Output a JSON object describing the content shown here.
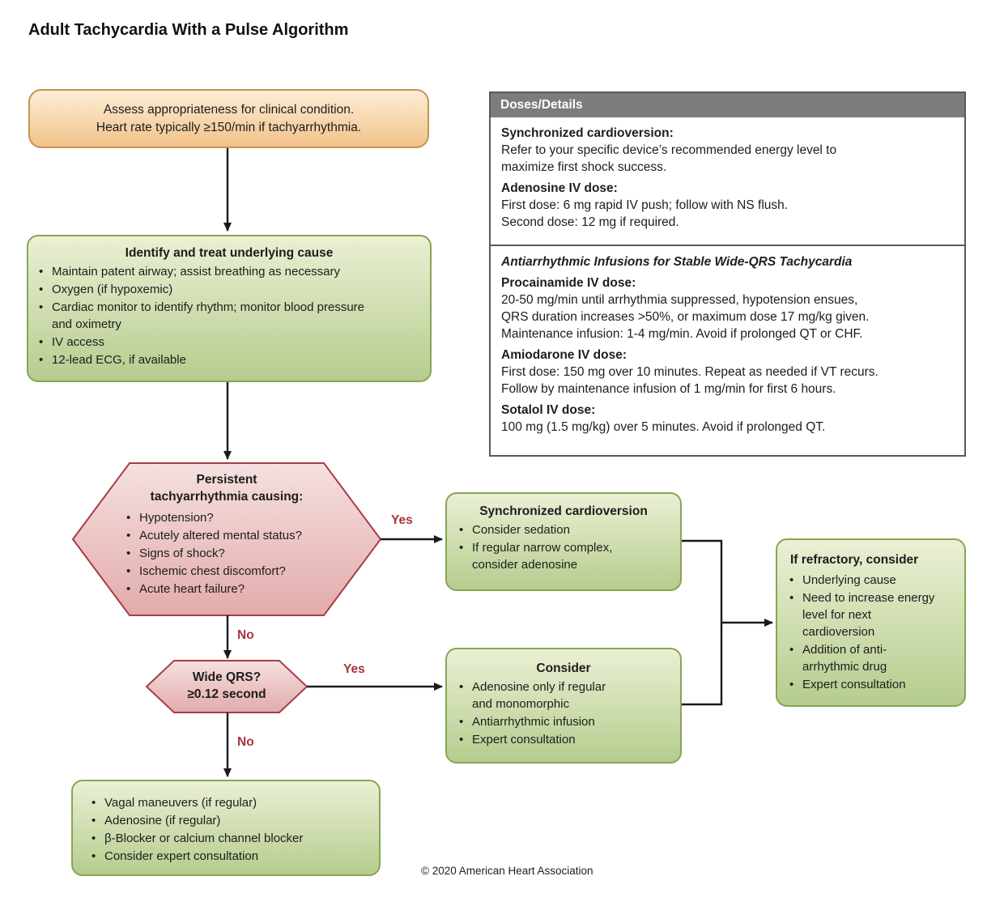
{
  "title": "Adult Tachycardia With a Pulse Algorithm",
  "copyright": "© 2020 American Heart Association",
  "colors": {
    "green_fill_top": "#eaf0d4",
    "green_fill_bottom": "#b6cc8e",
    "green_border": "#86a556",
    "orange_fill_top": "#fdeed6",
    "orange_fill_bottom": "#f1c28a",
    "orange_border": "#c69455",
    "pink_fill_top": "#f6e0e0",
    "pink_fill_bottom": "#e2abab",
    "pink_border": "#a63d49",
    "decision_label_red": "#a8343c",
    "panel_header_gray": "#7c7c7c",
    "arrow_black": "#1a1a1a"
  },
  "flow": {
    "assess": {
      "line1": "Assess appropriateness for clinical condition.",
      "line2": "Heart rate typically ≥150/min if tachyarrhythmia."
    },
    "identify": {
      "title": "Identify and treat underlying cause",
      "bullets": [
        "Maintain patent airway; assist breathing as necessary",
        "Oxygen (if hypoxemic)",
        "Cardiac monitor to identify rhythm; monitor blood pressure and oximetry",
        "IV access",
        "12-lead ECG, if available"
      ]
    },
    "persistent": {
      "title_line1": "Persistent",
      "title_line2": "tachyarrhythmia causing:",
      "bullets": [
        "Hypotension?",
        "Acutely altered mental status?",
        "Signs of shock?",
        "Ischemic chest discomfort?",
        "Acute heart failure?"
      ]
    },
    "sync": {
      "title": "Synchronized cardioversion",
      "bullets": [
        "Consider sedation",
        "If regular narrow complex, consider adenosine"
      ]
    },
    "wide_qrs": {
      "line1": "Wide QRS?",
      "line2": "≥0.12 second"
    },
    "consider": {
      "title": "Consider",
      "bullets": [
        "Adenosine only if regular and monomorphic",
        "Antiarrhythmic infusion",
        "Expert consultation"
      ]
    },
    "refractory": {
      "title": "If refractory, consider",
      "bullets": [
        "Underlying cause",
        "Need to increase energy level for next cardioversion",
        "Addition of anti-arrhythmic drug",
        "Expert consultation"
      ]
    },
    "final": {
      "bullets": [
        "Vagal maneuvers (if regular)",
        "Adenosine (if regular)",
        "β-Blocker or calcium channel blocker",
        "Consider expert consultation"
      ]
    },
    "labels": {
      "yes1": "Yes",
      "no1": "No",
      "yes2": "Yes",
      "no2": "No"
    }
  },
  "doses_panel": {
    "header": "Doses/Details",
    "cardioversion": {
      "heading": "Synchronized cardioversion:",
      "lines": [
        "Refer to your specific device’s recommended energy level to",
        "maximize first shock success."
      ]
    },
    "adenosine": {
      "heading": "Adenosine IV dose:",
      "lines": [
        "First dose: 6 mg rapid IV push; follow with NS flush.",
        "Second dose: 12 mg if required."
      ]
    },
    "infusions_subtitle": "Antiarrhythmic Infusions for Stable Wide-QRS Tachycardia",
    "procainamide": {
      "heading": "Procainamide IV dose:",
      "lines": [
        "20-50 mg/min until arrhythmia suppressed, hypotension ensues,",
        "QRS duration increases >50%, or maximum dose 17 mg/kg given.",
        "Maintenance infusion: 1-4 mg/min. Avoid if prolonged QT or CHF."
      ]
    },
    "amiodarone": {
      "heading": "Amiodarone IV dose:",
      "lines": [
        "First dose: 150 mg over 10 minutes. Repeat as needed if VT recurs.",
        "Follow by maintenance infusion of 1 mg/min for first 6 hours."
      ]
    },
    "sotalol": {
      "heading": "Sotalol IV dose:",
      "lines": [
        "100 mg (1.5 mg/kg) over 5 minutes. Avoid if prolonged QT."
      ]
    }
  }
}
